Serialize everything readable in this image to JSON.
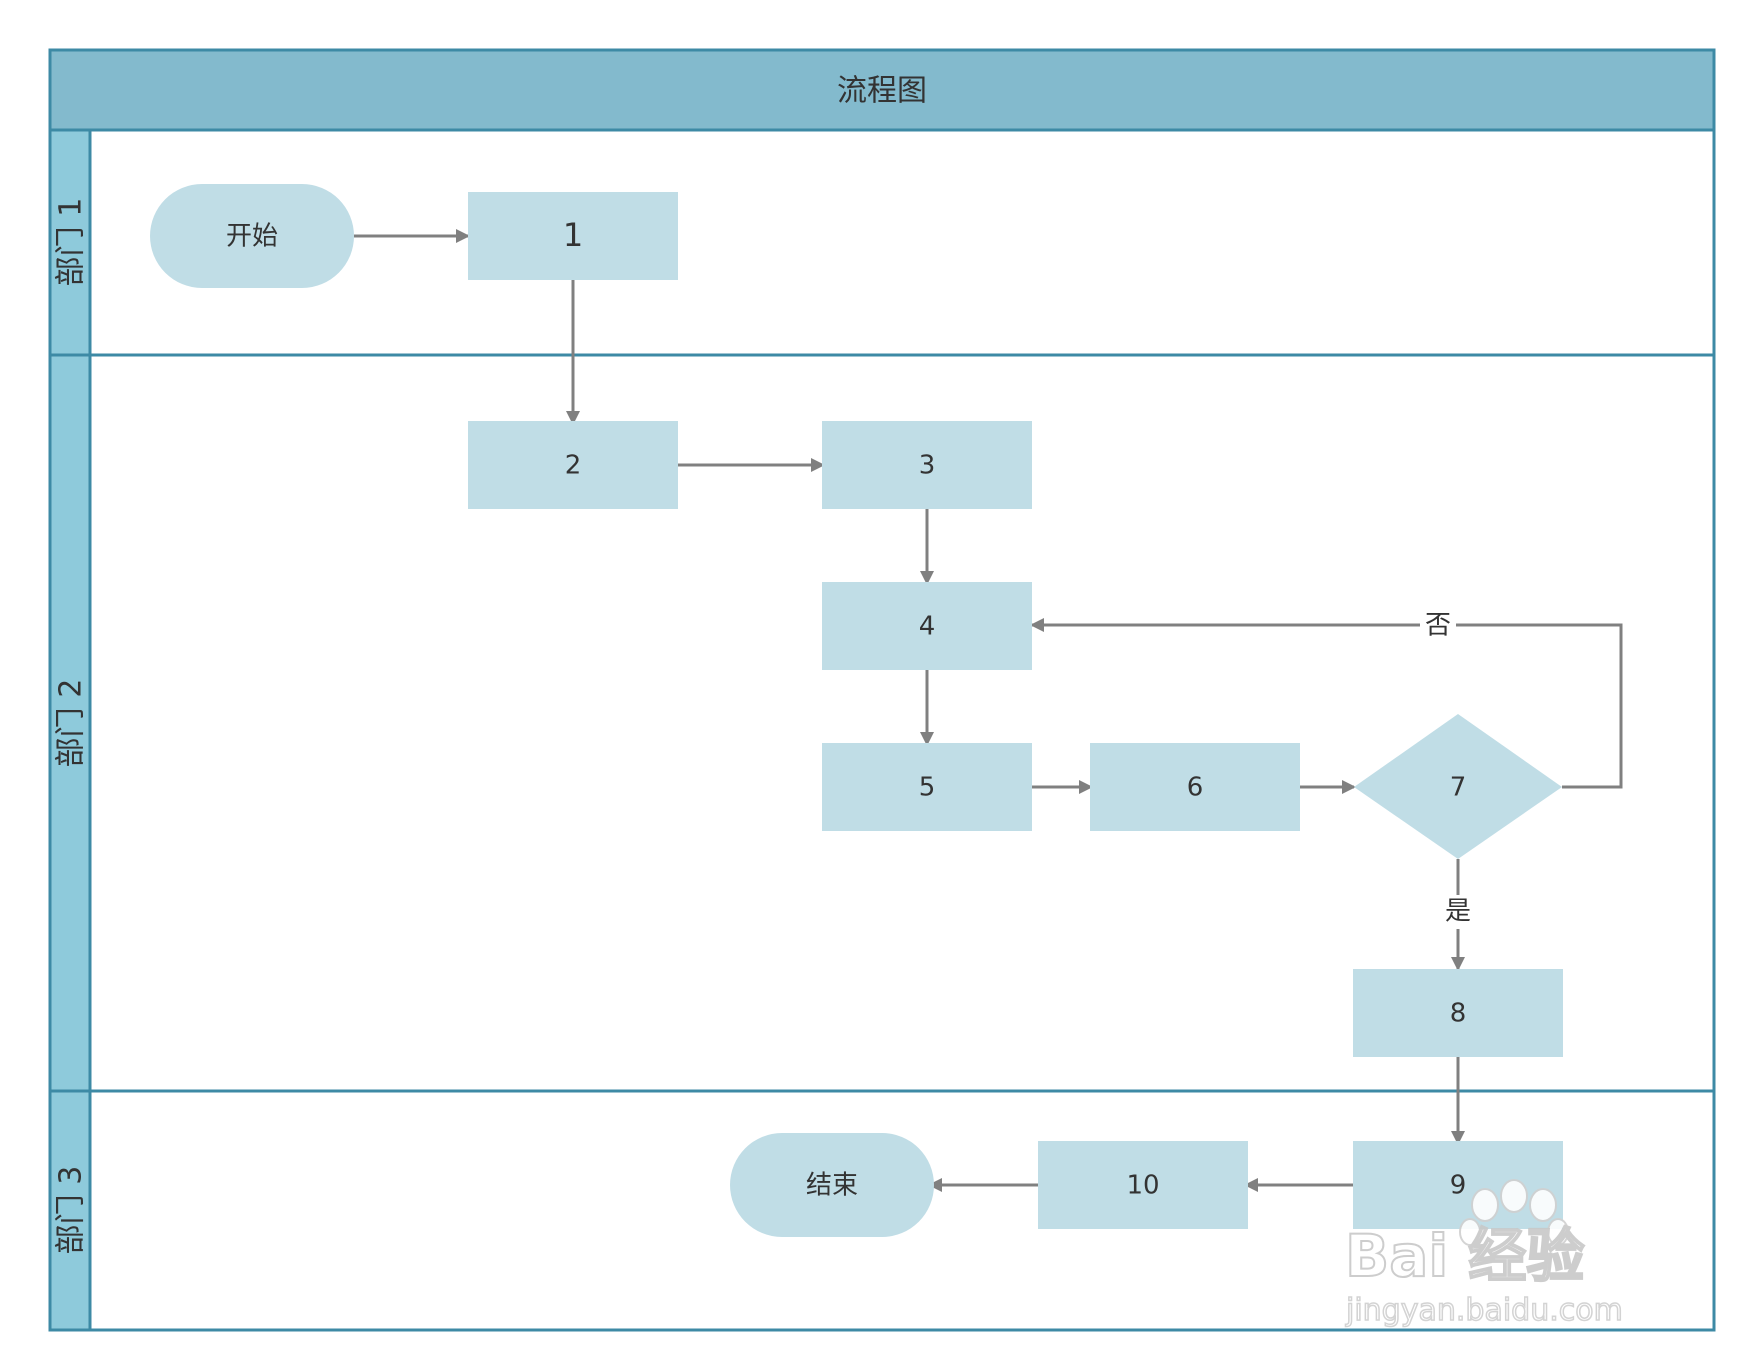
{
  "title": "流程图",
  "lanes": [
    {
      "id": "lane1",
      "label": "部门 1"
    },
    {
      "id": "lane2",
      "label": "部门 2"
    },
    {
      "id": "lane3",
      "label": "部门 3"
    }
  ],
  "nodes": {
    "start": "开始",
    "n1": "1",
    "n2": "2",
    "n3": "3",
    "n4": "4",
    "n5": "5",
    "n6": "6",
    "n7": "7",
    "n8": "8",
    "n9": "9",
    "n10": "10",
    "end": "结束"
  },
  "edge_labels": {
    "no": "否",
    "yes": "是"
  },
  "watermark": {
    "brand": "Bai 经验",
    "url": "jingyan.baidu.com"
  },
  "colors": {
    "header_fill": "#83bacd",
    "lane_label_fill": "#8ecadb",
    "border": "#3d8aa5",
    "node_fill": "#c0dde6",
    "arrow": "#808080",
    "text": "#333333"
  }
}
